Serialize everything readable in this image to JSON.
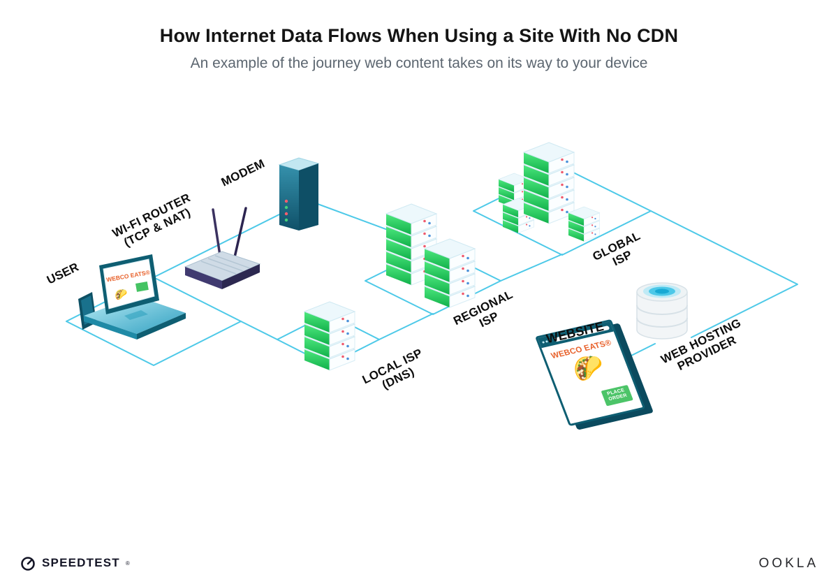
{
  "header": {
    "title": "How Internet Data Flows When Using a Site With No CDN",
    "subtitle": "An example of the journey web content takes on its way to your device"
  },
  "nodes": {
    "user": {
      "label": "USER"
    },
    "wifi_router": {
      "label1": "WI-FI ROUTER",
      "label2": "(TCP & NAT)"
    },
    "modem": {
      "label": "MODEM"
    },
    "local_isp": {
      "label1": "LOCAL ISP",
      "label2": "(DNS)"
    },
    "regional_isp": {
      "label1": "REGIONAL",
      "label2": "ISP"
    },
    "global_isp": {
      "label1": "GLOBAL",
      "label2": "ISP"
    },
    "website": {
      "label": "WEBSITE"
    },
    "web_hosting": {
      "label1": "WEB HOSTING",
      "label2": "PROVIDER"
    }
  },
  "laptop_screen": {
    "brand": "WEBCO EATS®",
    "taco_emoji": "🌮"
  },
  "website_window": {
    "brand": "WEBCO EATS®",
    "taco_emoji": "🌮",
    "button_line1": "PLACE",
    "button_line2": "ORDER"
  },
  "footer": {
    "speedtest": "SPEEDTEST",
    "speedtest_mark": "®",
    "ookla": "OOKLA"
  },
  "colors": {
    "connector_line": "#4dc9e8",
    "server_green": "#27c24c",
    "brand_orange": "#e8622c",
    "button_green": "#4cc468",
    "device_teal": "#0e5e72",
    "title_text": "#141414",
    "subtitle_text": "#5c6670",
    "footer_navy": "#141526"
  }
}
